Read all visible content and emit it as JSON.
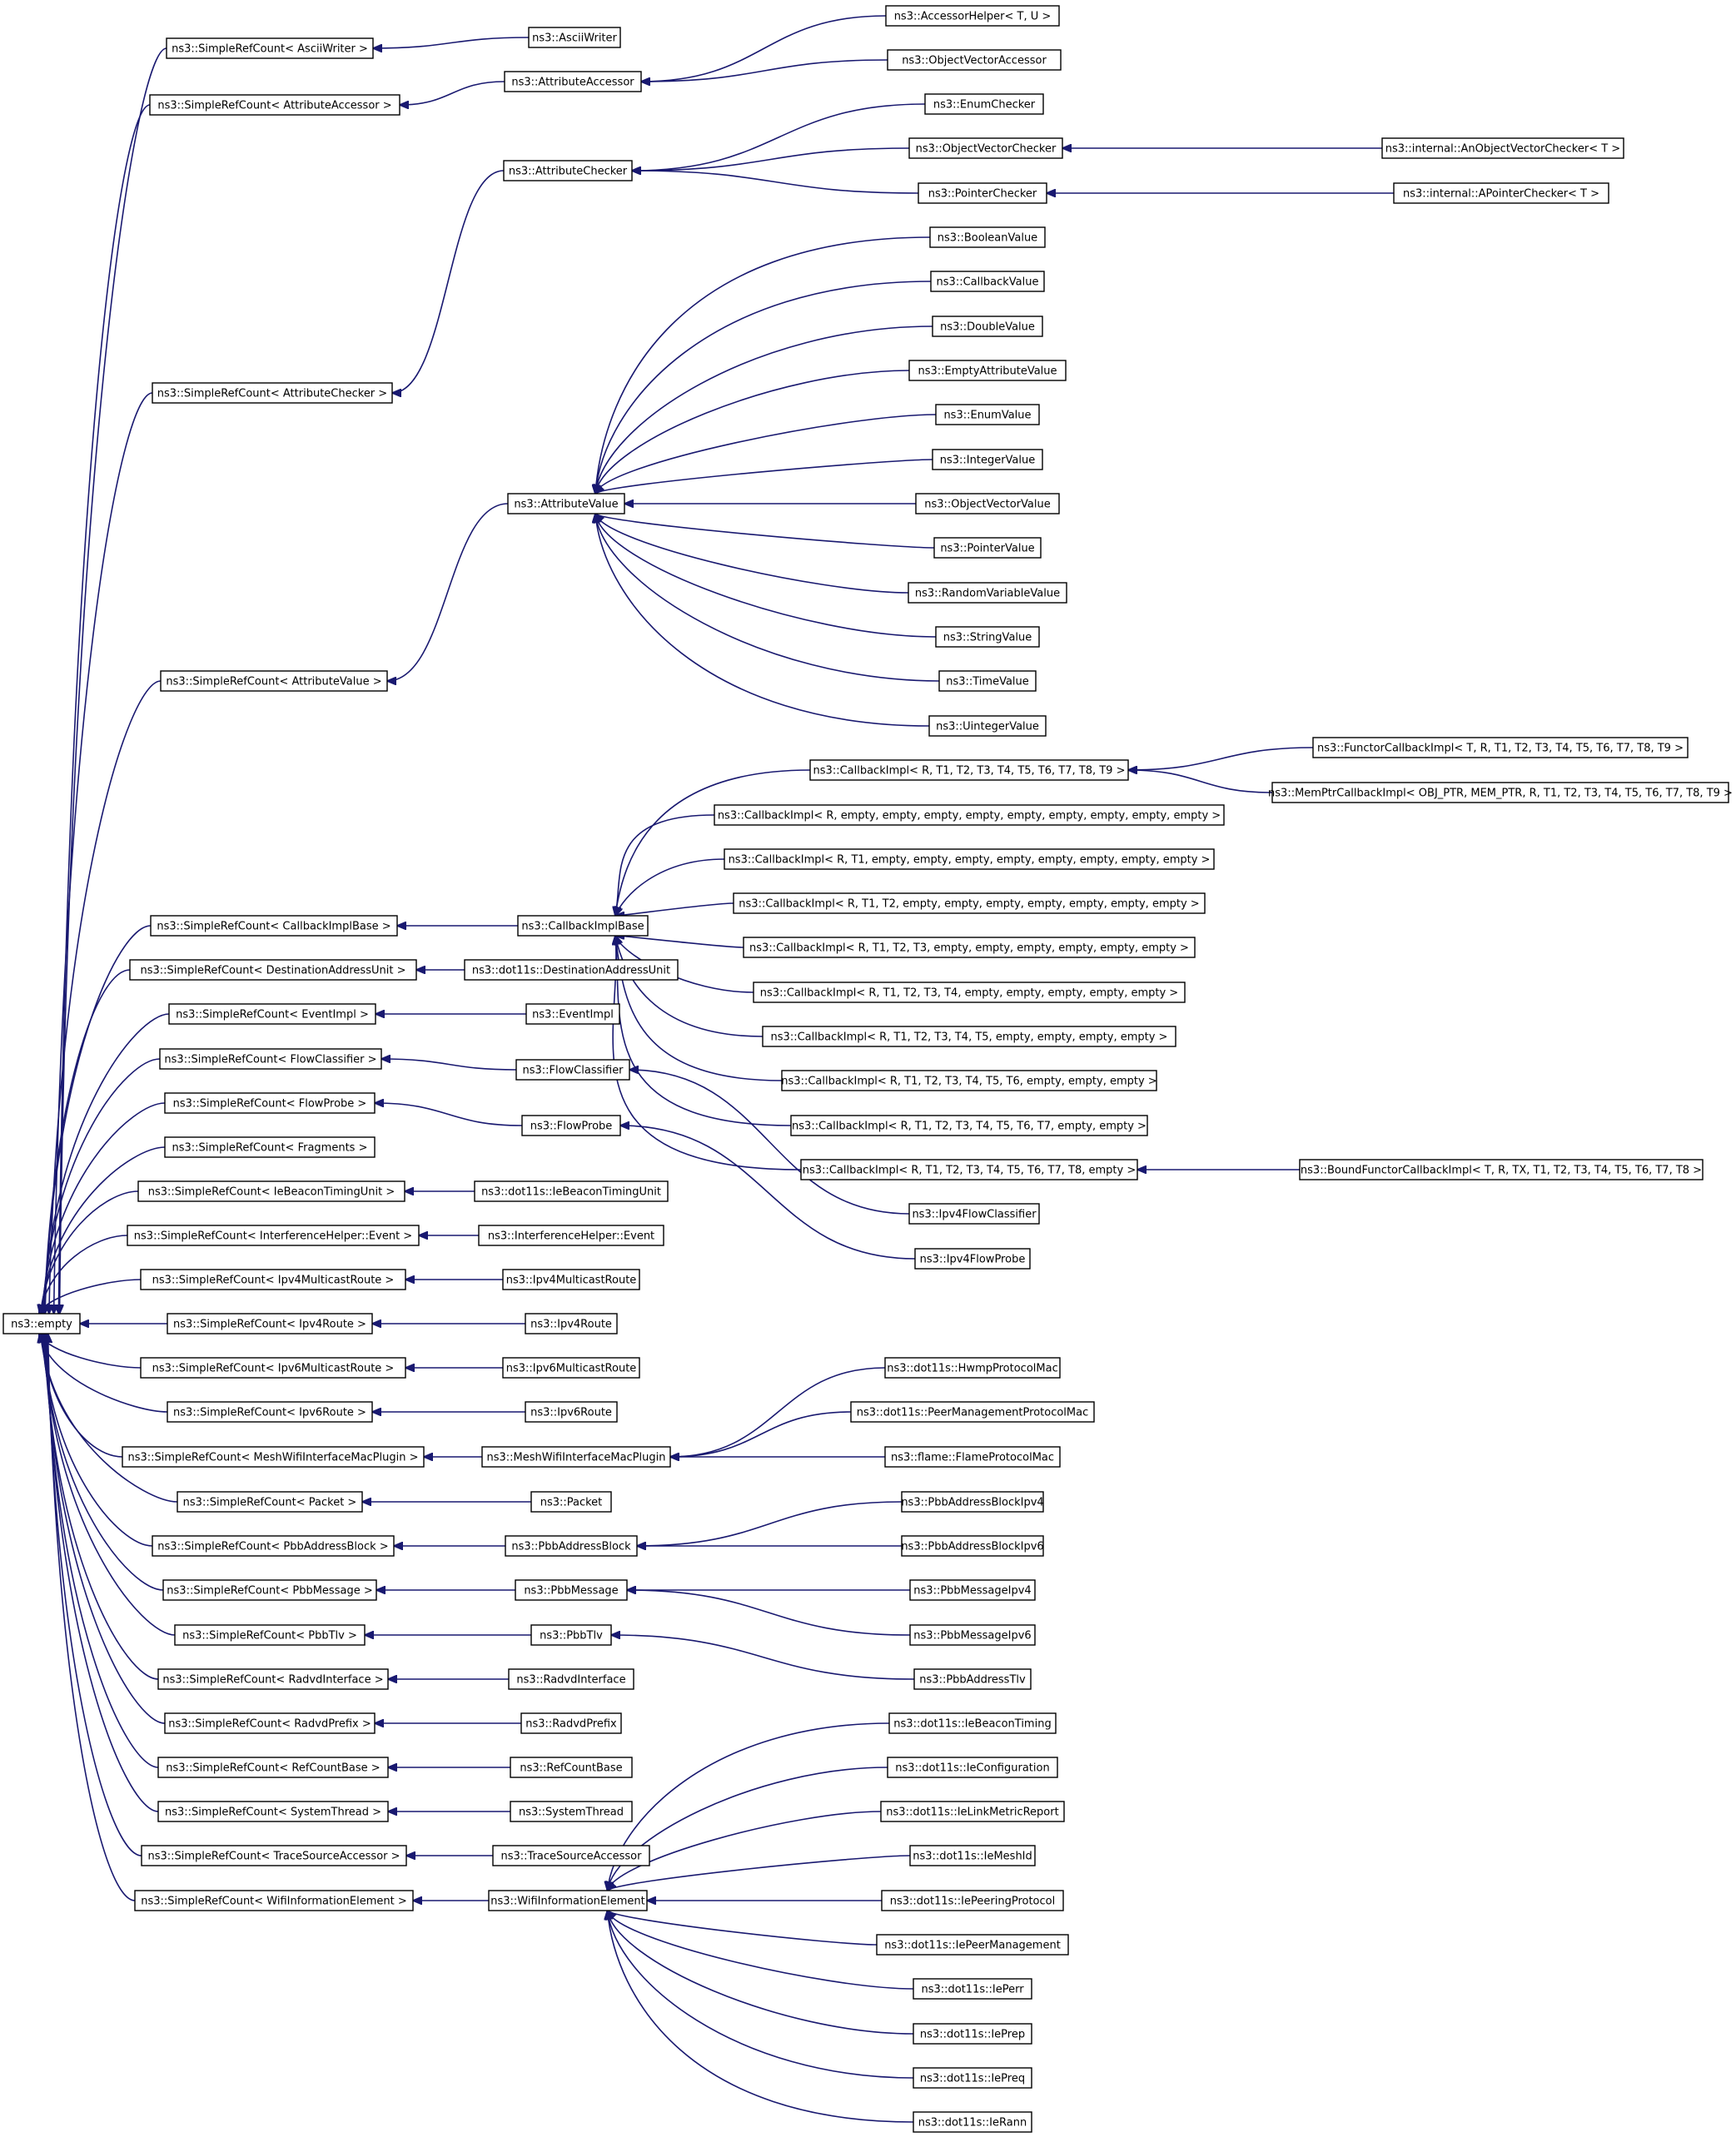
{
  "diagram": {
    "type": "class-inheritance-graph",
    "colors": {
      "edge": "#191970",
      "node_border": "#000000",
      "node_fill": "#ffffff",
      "text": "#000000"
    },
    "nodes": [
      {
        "id": "empty",
        "label": "ns3::empty"
      },
      {
        "id": "src_asciiwriter",
        "label": "ns3::SimpleRefCount< AsciiWriter >"
      },
      {
        "id": "src_attraccessor",
        "label": "ns3::SimpleRefCount< AttributeAccessor >"
      },
      {
        "id": "src_attrchecker",
        "label": "ns3::SimpleRefCount< AttributeChecker >"
      },
      {
        "id": "src_attrvalue",
        "label": "ns3::SimpleRefCount< AttributeValue >"
      },
      {
        "id": "src_callbackimplbase",
        "label": "ns3::SimpleRefCount< CallbackImplBase >"
      },
      {
        "id": "src_destaddrunit",
        "label": "ns3::SimpleRefCount< DestinationAddressUnit >"
      },
      {
        "id": "src_eventimpl",
        "label": "ns3::SimpleRefCount< EventImpl >"
      },
      {
        "id": "src_flowclassifier",
        "label": "ns3::SimpleRefCount< FlowClassifier >"
      },
      {
        "id": "src_flowprobe",
        "label": "ns3::SimpleRefCount< FlowProbe >"
      },
      {
        "id": "src_fragments",
        "label": "ns3::SimpleRefCount< Fragments >"
      },
      {
        "id": "src_iebeacontimingunit",
        "label": "ns3::SimpleRefCount< IeBeaconTimingUnit >"
      },
      {
        "id": "src_interferenceevent",
        "label": "ns3::SimpleRefCount< InterferenceHelper::Event >"
      },
      {
        "id": "src_ipv4multicastroute",
        "label": "ns3::SimpleRefCount< Ipv4MulticastRoute >"
      },
      {
        "id": "src_ipv4route",
        "label": "ns3::SimpleRefCount< Ipv4Route >"
      },
      {
        "id": "src_ipv6multicastroute",
        "label": "ns3::SimpleRefCount< Ipv6MulticastRoute >"
      },
      {
        "id": "src_ipv6route",
        "label": "ns3::SimpleRefCount< Ipv6Route >"
      },
      {
        "id": "src_meshwifimacplugin",
        "label": "ns3::SimpleRefCount< MeshWifiInterfaceMacPlugin >"
      },
      {
        "id": "src_packet",
        "label": "ns3::SimpleRefCount< Packet >"
      },
      {
        "id": "src_pbbaddressblock",
        "label": "ns3::SimpleRefCount< PbbAddressBlock >"
      },
      {
        "id": "src_pbbmessage",
        "label": "ns3::SimpleRefCount< PbbMessage >"
      },
      {
        "id": "src_pbbtlv",
        "label": "ns3::SimpleRefCount< PbbTlv >"
      },
      {
        "id": "src_radvdinterface",
        "label": "ns3::SimpleRefCount< RadvdInterface >"
      },
      {
        "id": "src_radvdprefix",
        "label": "ns3::SimpleRefCount< RadvdPrefix >"
      },
      {
        "id": "src_refcountbase",
        "label": "ns3::SimpleRefCount< RefCountBase >"
      },
      {
        "id": "src_systemthread",
        "label": "ns3::SimpleRefCount< SystemThread >"
      },
      {
        "id": "src_tracesourceaccessor",
        "label": "ns3::SimpleRefCount< TraceSourceAccessor >"
      },
      {
        "id": "src_wifiinfoelement",
        "label": "ns3::SimpleRefCount< WifiInformationElement >"
      },
      {
        "id": "asciiwriter",
        "label": "ns3::AsciiWriter"
      },
      {
        "id": "attraccessor",
        "label": "ns3::AttributeAccessor"
      },
      {
        "id": "accessorhelper",
        "label": "ns3::AccessorHelper< T, U >"
      },
      {
        "id": "objvectoraccessor",
        "label": "ns3::ObjectVectorAccessor"
      },
      {
        "id": "attrchecker",
        "label": "ns3::AttributeChecker"
      },
      {
        "id": "enumchecker",
        "label": "ns3::EnumChecker"
      },
      {
        "id": "objvectorchecker",
        "label": "ns3::ObjectVectorChecker"
      },
      {
        "id": "anobjvectorchecker",
        "label": "ns3::internal::AnObjectVectorChecker< T >"
      },
      {
        "id": "pointerchecker",
        "label": "ns3::PointerChecker"
      },
      {
        "id": "apointerchecker",
        "label": "ns3::internal::APointerChecker< T >"
      },
      {
        "id": "attrvalue",
        "label": "ns3::AttributeValue"
      },
      {
        "id": "booleanvalue",
        "label": "ns3::BooleanValue"
      },
      {
        "id": "callbackvalue",
        "label": "ns3::CallbackValue"
      },
      {
        "id": "doublevalue",
        "label": "ns3::DoubleValue"
      },
      {
        "id": "emptyattrvalue",
        "label": "ns3::EmptyAttributeValue"
      },
      {
        "id": "enumvalue",
        "label": "ns3::EnumValue"
      },
      {
        "id": "integervalue",
        "label": "ns3::IntegerValue"
      },
      {
        "id": "objvectorvalue",
        "label": "ns3::ObjectVectorValue"
      },
      {
        "id": "pointervalue",
        "label": "ns3::PointerValue"
      },
      {
        "id": "randomvarvalue",
        "label": "ns3::RandomVariableValue"
      },
      {
        "id": "stringvalue",
        "label": "ns3::StringValue"
      },
      {
        "id": "timevalue",
        "label": "ns3::TimeValue"
      },
      {
        "id": "uintegervalue",
        "label": "ns3::UintegerValue"
      },
      {
        "id": "callbackimplbase",
        "label": "ns3::CallbackImplBase"
      },
      {
        "id": "cbimpl_full",
        "label": "ns3::CallbackImpl< R, T1, T2, T3, T4, T5, T6, T7, T8, T9 >"
      },
      {
        "id": "functorcbimpl",
        "label": "ns3::FunctorCallbackImpl< T, R, T1, T2, T3, T4, T5, T6, T7, T8, T9 >"
      },
      {
        "id": "memptrcbimpl",
        "label": "ns3::MemPtrCallbackImpl< OBJ_PTR, MEM_PTR, R, T1, T2, T3, T4, T5, T6, T7, T8, T9 >"
      },
      {
        "id": "cbimpl_0",
        "label": "ns3::CallbackImpl< R, empty, empty, empty, empty, empty, empty, empty, empty, empty >"
      },
      {
        "id": "cbimpl_1",
        "label": "ns3::CallbackImpl< R, T1, empty, empty, empty, empty, empty, empty, empty, empty >"
      },
      {
        "id": "cbimpl_2",
        "label": "ns3::CallbackImpl< R, T1, T2, empty, empty, empty, empty, empty, empty, empty >"
      },
      {
        "id": "cbimpl_3",
        "label": "ns3::CallbackImpl< R, T1, T2, T3, empty, empty, empty, empty, empty, empty >"
      },
      {
        "id": "cbimpl_4",
        "label": "ns3::CallbackImpl< R, T1, T2, T3, T4, empty, empty, empty, empty, empty >"
      },
      {
        "id": "cbimpl_5",
        "label": "ns3::CallbackImpl< R, T1, T2, T3, T4, T5, empty, empty, empty, empty >"
      },
      {
        "id": "cbimpl_6",
        "label": "ns3::CallbackImpl< R, T1, T2, T3, T4, T5, T6, empty, empty, empty >"
      },
      {
        "id": "cbimpl_7",
        "label": "ns3::CallbackImpl< R, T1, T2, T3, T4, T5, T6, T7, empty, empty >"
      },
      {
        "id": "cbimpl_8",
        "label": "ns3::CallbackImpl< R, T1, T2, T3, T4, T5, T6, T7, T8, empty >"
      },
      {
        "id": "boundfunctorcbimpl",
        "label": "ns3::BoundFunctorCallbackImpl< T, R, TX, T1, T2, T3, T4, T5, T6, T7, T8 >"
      },
      {
        "id": "destaddrunit",
        "label": "ns3::dot11s::DestinationAddressUnit"
      },
      {
        "id": "eventimpl",
        "label": "ns3::EventImpl"
      },
      {
        "id": "flowclassifier",
        "label": "ns3::FlowClassifier"
      },
      {
        "id": "flowprobe",
        "label": "ns3::FlowProbe"
      },
      {
        "id": "ipv4flowclassifier",
        "label": "ns3::Ipv4FlowClassifier"
      },
      {
        "id": "ipv4flowprobe",
        "label": "ns3::Ipv4FlowProbe"
      },
      {
        "id": "iebeacontimingunit",
        "label": "ns3::dot11s::IeBeaconTimingUnit"
      },
      {
        "id": "interferenceevent",
        "label": "ns3::InterferenceHelper::Event"
      },
      {
        "id": "ipv4multicastroute",
        "label": "ns3::Ipv4MulticastRoute"
      },
      {
        "id": "ipv4route",
        "label": "ns3::Ipv4Route"
      },
      {
        "id": "ipv6multicastroute",
        "label": "ns3::Ipv6MulticastRoute"
      },
      {
        "id": "ipv6route",
        "label": "ns3::Ipv6Route"
      },
      {
        "id": "meshwifimacplugin",
        "label": "ns3::MeshWifiInterfaceMacPlugin"
      },
      {
        "id": "hwmpprotocolmac",
        "label": "ns3::dot11s::HwmpProtocolMac"
      },
      {
        "id": "peermgmtprotocolmac",
        "label": "ns3::dot11s::PeerManagementProtocolMac"
      },
      {
        "id": "flameprotocolmac",
        "label": "ns3::flame::FlameProtocolMac"
      },
      {
        "id": "packet",
        "label": "ns3::Packet"
      },
      {
        "id": "pbbaddressblock",
        "label": "ns3::PbbAddressBlock"
      },
      {
        "id": "pbbaddressblockipv4",
        "label": "ns3::PbbAddressBlockIpv4"
      },
      {
        "id": "pbbaddressblockipv6",
        "label": "ns3::PbbAddressBlockIpv6"
      },
      {
        "id": "pbbmessage",
        "label": "ns3::PbbMessage"
      },
      {
        "id": "pbbmessageipv4",
        "label": "ns3::PbbMessageIpv4"
      },
      {
        "id": "pbbmessageipv6",
        "label": "ns3::PbbMessageIpv6"
      },
      {
        "id": "pbbtlv",
        "label": "ns3::PbbTlv"
      },
      {
        "id": "pbbaddresstlv",
        "label": "ns3::PbbAddressTlv"
      },
      {
        "id": "radvdinterface",
        "label": "ns3::RadvdInterface"
      },
      {
        "id": "radvdprefix",
        "label": "ns3::RadvdPrefix"
      },
      {
        "id": "refcountbase",
        "label": "ns3::RefCountBase"
      },
      {
        "id": "systemthread",
        "label": "ns3::SystemThread"
      },
      {
        "id": "tracesourceaccessor",
        "label": "ns3::TraceSourceAccessor"
      },
      {
        "id": "wifiinfoelement",
        "label": "ns3::WifiInformationElement"
      },
      {
        "id": "iebeacontiming",
        "label": "ns3::dot11s::IeBeaconTiming"
      },
      {
        "id": "ieconfiguration",
        "label": "ns3::dot11s::IeConfiguration"
      },
      {
        "id": "ielinkmetricreport",
        "label": "ns3::dot11s::IeLinkMetricReport"
      },
      {
        "id": "iemeshid",
        "label": "ns3::dot11s::IeMeshId"
      },
      {
        "id": "iepeeringprotocol",
        "label": "ns3::dot11s::IePeeringProtocol"
      },
      {
        "id": "iepeermanagement",
        "label": "ns3::dot11s::IePeerManagement"
      },
      {
        "id": "ieperr",
        "label": "ns3::dot11s::IePerr"
      },
      {
        "id": "ieprep",
        "label": "ns3::dot11s::IePrep"
      },
      {
        "id": "iepreq",
        "label": "ns3::dot11s::IePreq"
      },
      {
        "id": "ierann",
        "label": "ns3::dot11s::IeRann"
      }
    ],
    "edges": [
      [
        "src_asciiwriter",
        "empty"
      ],
      [
        "src_attraccessor",
        "empty"
      ],
      [
        "src_attrchecker",
        "empty"
      ],
      [
        "src_attrvalue",
        "empty"
      ],
      [
        "src_callbackimplbase",
        "empty"
      ],
      [
        "src_destaddrunit",
        "empty"
      ],
      [
        "src_eventimpl",
        "empty"
      ],
      [
        "src_flowclassifier",
        "empty"
      ],
      [
        "src_flowprobe",
        "empty"
      ],
      [
        "src_fragments",
        "empty"
      ],
      [
        "src_iebeacontimingunit",
        "empty"
      ],
      [
        "src_interferenceevent",
        "empty"
      ],
      [
        "src_ipv4multicastroute",
        "empty"
      ],
      [
        "src_ipv4route",
        "empty"
      ],
      [
        "src_ipv6multicastroute",
        "empty"
      ],
      [
        "src_ipv6route",
        "empty"
      ],
      [
        "src_meshwifimacplugin",
        "empty"
      ],
      [
        "src_packet",
        "empty"
      ],
      [
        "src_pbbaddressblock",
        "empty"
      ],
      [
        "src_pbbmessage",
        "empty"
      ],
      [
        "src_pbbtlv",
        "empty"
      ],
      [
        "src_radvdinterface",
        "empty"
      ],
      [
        "src_radvdprefix",
        "empty"
      ],
      [
        "src_refcountbase",
        "empty"
      ],
      [
        "src_systemthread",
        "empty"
      ],
      [
        "src_tracesourceaccessor",
        "empty"
      ],
      [
        "src_wifiinfoelement",
        "empty"
      ],
      [
        "asciiwriter",
        "src_asciiwriter"
      ],
      [
        "attraccessor",
        "src_attraccessor"
      ],
      [
        "accessorhelper",
        "attraccessor"
      ],
      [
        "objvectoraccessor",
        "attraccessor"
      ],
      [
        "attrchecker",
        "src_attrchecker"
      ],
      [
        "enumchecker",
        "attrchecker"
      ],
      [
        "objvectorchecker",
        "attrchecker"
      ],
      [
        "pointerchecker",
        "attrchecker"
      ],
      [
        "anobjvectorchecker",
        "objvectorchecker"
      ],
      [
        "apointerchecker",
        "pointerchecker"
      ],
      [
        "attrvalue",
        "src_attrvalue"
      ],
      [
        "booleanvalue",
        "attrvalue"
      ],
      [
        "callbackvalue",
        "attrvalue"
      ],
      [
        "doublevalue",
        "attrvalue"
      ],
      [
        "emptyattrvalue",
        "attrvalue"
      ],
      [
        "enumvalue",
        "attrvalue"
      ],
      [
        "integervalue",
        "attrvalue"
      ],
      [
        "objvectorvalue",
        "attrvalue"
      ],
      [
        "pointervalue",
        "attrvalue"
      ],
      [
        "randomvarvalue",
        "attrvalue"
      ],
      [
        "stringvalue",
        "attrvalue"
      ],
      [
        "timevalue",
        "attrvalue"
      ],
      [
        "uintegervalue",
        "attrvalue"
      ],
      [
        "callbackimplbase",
        "src_callbackimplbase"
      ],
      [
        "cbimpl_full",
        "callbackimplbase"
      ],
      [
        "cbimpl_0",
        "callbackimplbase"
      ],
      [
        "cbimpl_1",
        "callbackimplbase"
      ],
      [
        "cbimpl_2",
        "callbackimplbase"
      ],
      [
        "cbimpl_3",
        "callbackimplbase"
      ],
      [
        "cbimpl_4",
        "callbackimplbase"
      ],
      [
        "cbimpl_5",
        "callbackimplbase"
      ],
      [
        "cbimpl_6",
        "callbackimplbase"
      ],
      [
        "cbimpl_7",
        "callbackimplbase"
      ],
      [
        "cbimpl_8",
        "callbackimplbase"
      ],
      [
        "functorcbimpl",
        "cbimpl_full"
      ],
      [
        "memptrcbimpl",
        "cbimpl_full"
      ],
      [
        "boundfunctorcbimpl",
        "cbimpl_8"
      ],
      [
        "destaddrunit",
        "src_destaddrunit"
      ],
      [
        "eventimpl",
        "src_eventimpl"
      ],
      [
        "flowclassifier",
        "src_flowclassifier"
      ],
      [
        "flowprobe",
        "src_flowprobe"
      ],
      [
        "ipv4flowclassifier",
        "flowclassifier"
      ],
      [
        "ipv4flowprobe",
        "flowprobe"
      ],
      [
        "iebeacontimingunit",
        "src_iebeacontimingunit"
      ],
      [
        "interferenceevent",
        "src_interferenceevent"
      ],
      [
        "ipv4multicastroute",
        "src_ipv4multicastroute"
      ],
      [
        "ipv4route",
        "src_ipv4route"
      ],
      [
        "ipv6multicastroute",
        "src_ipv6multicastroute"
      ],
      [
        "ipv6route",
        "src_ipv6route"
      ],
      [
        "meshwifimacplugin",
        "src_meshwifimacplugin"
      ],
      [
        "hwmpprotocolmac",
        "meshwifimacplugin"
      ],
      [
        "peermgmtprotocolmac",
        "meshwifimacplugin"
      ],
      [
        "flameprotocolmac",
        "meshwifimacplugin"
      ],
      [
        "packet",
        "src_packet"
      ],
      [
        "pbbaddressblock",
        "src_pbbaddressblock"
      ],
      [
        "pbbaddressblockipv4",
        "pbbaddressblock"
      ],
      [
        "pbbaddressblockipv6",
        "pbbaddressblock"
      ],
      [
        "pbbmessage",
        "src_pbbmessage"
      ],
      [
        "pbbmessageipv4",
        "pbbmessage"
      ],
      [
        "pbbmessageipv6",
        "pbbmessage"
      ],
      [
        "pbbtlv",
        "src_pbbtlv"
      ],
      [
        "pbbaddresstlv",
        "pbbtlv"
      ],
      [
        "radvdinterface",
        "src_radvdinterface"
      ],
      [
        "radvdprefix",
        "src_radvdprefix"
      ],
      [
        "refcountbase",
        "src_refcountbase"
      ],
      [
        "systemthread",
        "src_systemthread"
      ],
      [
        "tracesourceaccessor",
        "src_tracesourceaccessor"
      ],
      [
        "wifiinfoelement",
        "src_wifiinfoelement"
      ],
      [
        "iebeacontiming",
        "wifiinfoelement"
      ],
      [
        "ieconfiguration",
        "wifiinfoelement"
      ],
      [
        "ielinkmetricreport",
        "wifiinfoelement"
      ],
      [
        "iemeshid",
        "wifiinfoelement"
      ],
      [
        "iepeeringprotocol",
        "wifiinfoelement"
      ],
      [
        "iepeermanagement",
        "wifiinfoelement"
      ],
      [
        "ieperr",
        "wifiinfoelement"
      ],
      [
        "ieprep",
        "wifiinfoelement"
      ],
      [
        "iepreq",
        "wifiinfoelement"
      ],
      [
        "ierann",
        "wifiinfoelement"
      ]
    ]
  }
}
